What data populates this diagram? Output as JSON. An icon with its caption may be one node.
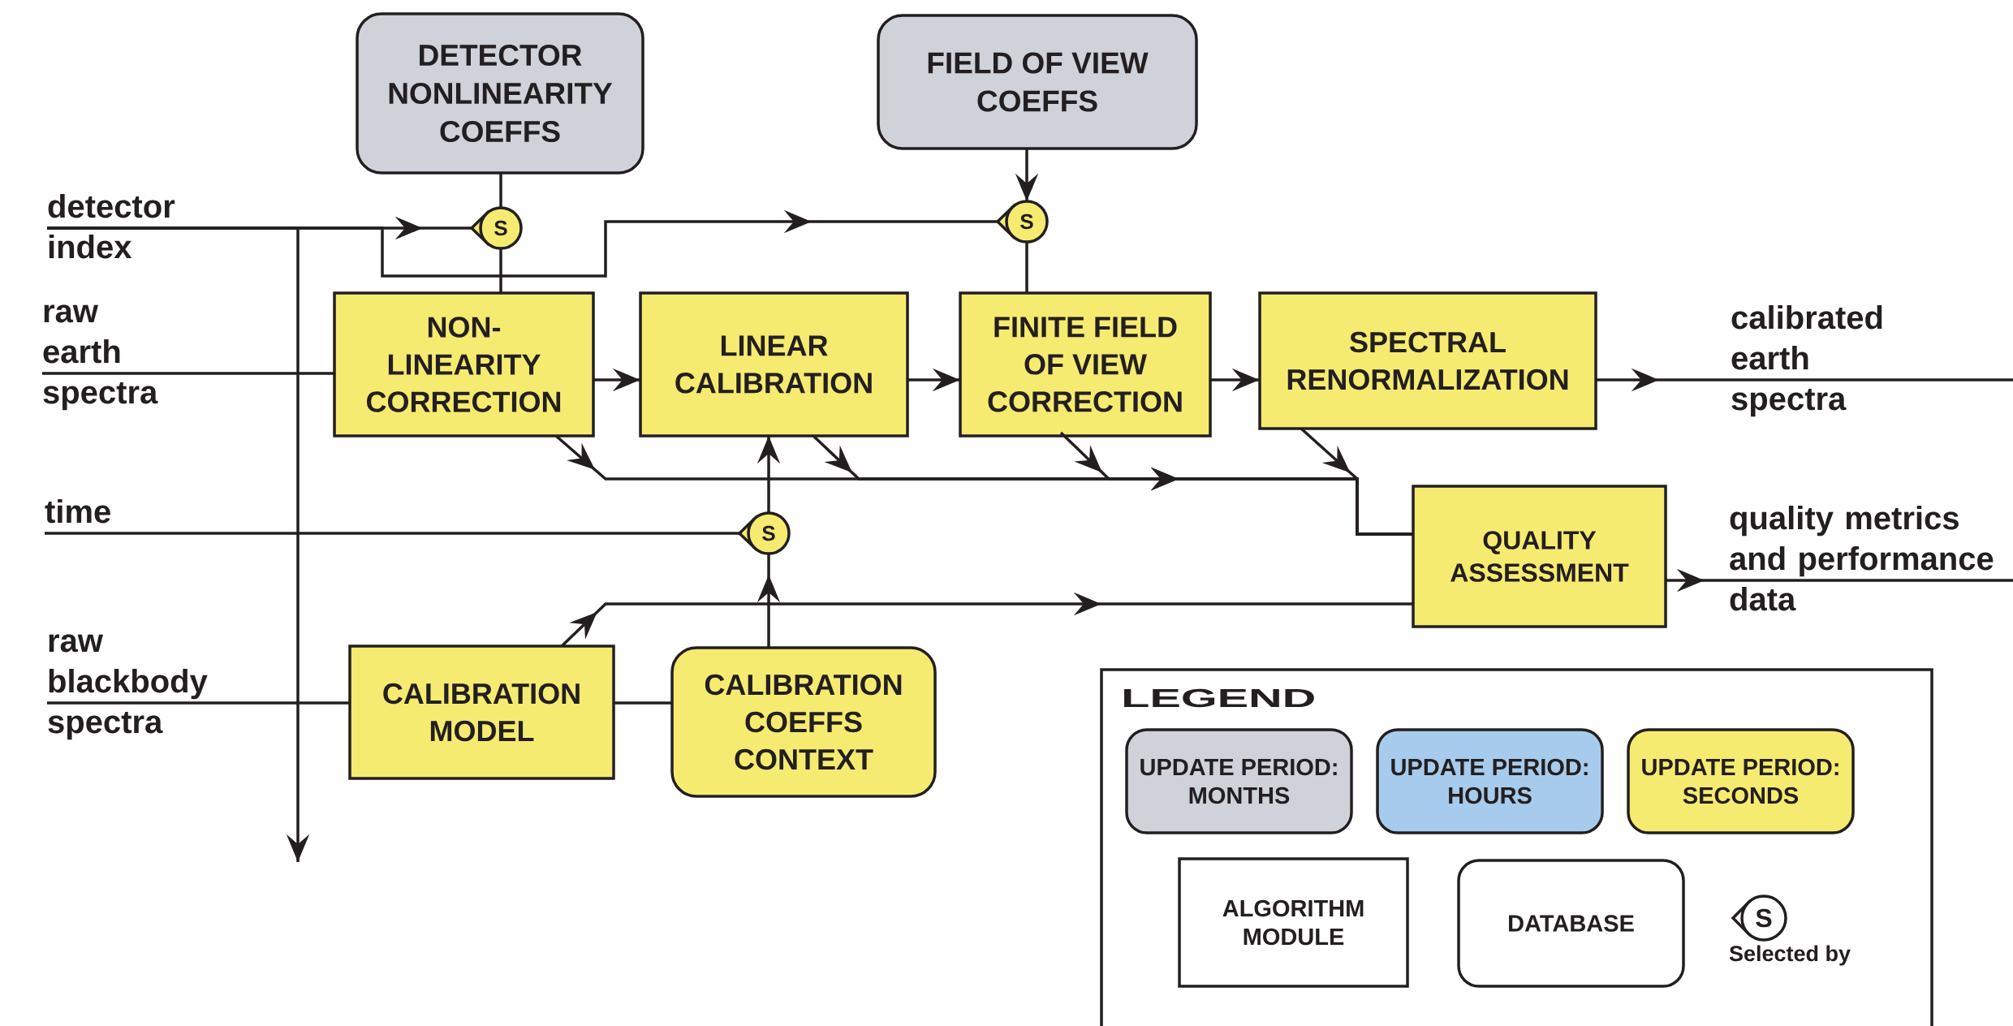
{
  "diagram": {
    "nodes": [
      {
        "text": [
          "DETECTOR NONLINEARITY COEFFS"
        ]
      },
      {
        "text": [
          "FIELD OF VIEW COEFFS"
        ]
      },
      {
        "text": [
          "detector index"
        ]
      },
      {
        "text": [
          "raw earth spectra"
        ]
      },
      {
        "text": [
          "time"
        ]
      },
      {
        "text": [
          "raw blackbody spectra"
        ]
      },
      {
        "text": [
          "S"
        ]
      },
      {
        "text": [
          "S"
        ]
      },
      {
        "text": [
          "NON-LINEARITY CORRECTION"
        ]
      },
      {
        "text": [
          "LINEAR CALIBRATION"
        ]
      },
      {
        "text": [
          "FINITE FIELD OF VIEW CORRECTION"
        ]
      },
      {
        "text": [
          "SPECTRAL RENORMALIZATION"
        ]
      },
      {
        "text": [
          "calibrated earth spectra"
        ]
      },
      {
        "text": [
          "S"
        ]
      },
      {
        "text": [
          "QUALITY ASSESSMENT"
        ]
      },
      {
        "text": [
          "quality metrics and performance data"
        ]
      },
      {
        "text": [
          "CALIBRATION MODEL"
        ]
      },
      {
        "text": [
          "CALIBRATION COEFFS CONTEXT"
        ]
      }
    ],
    "edges": [
      {
        "from": 2,
        "to": 6,
        "arrow": "to"
      },
      {
        "from": 2,
        "to": 7,
        "arrow": "to"
      },
      {
        "from": 2,
        "to": null,
        "arrow": "to"
      },
      {
        "from": 0,
        "to": 6,
        "arrow": "none"
      },
      {
        "from": 6,
        "to": 8,
        "arrow": "none"
      },
      {
        "from": 1,
        "to": 7,
        "arrow": "to"
      },
      {
        "from": 7,
        "to": 10,
        "arrow": "none"
      },
      {
        "from": 3,
        "to": 8,
        "arrow": "none"
      },
      {
        "from": 8,
        "to": 9,
        "arrow": "to"
      },
      {
        "from": 9,
        "to": 10,
        "arrow": "to"
      },
      {
        "from": 10,
        "to": 11,
        "arrow": "to"
      },
      {
        "from": 11,
        "to": 12,
        "arrow": "to"
      },
      {
        "from": 4,
        "to": 13,
        "arrow": "none"
      },
      {
        "from": 17,
        "to": 13,
        "arrow": "to"
      },
      {
        "from": 13,
        "to": 9,
        "arrow": "to"
      },
      {
        "from": 8,
        "to": 14,
        "arrow": "to"
      },
      {
        "from": 9,
        "to": 14,
        "arrow": "to"
      },
      {
        "from": 10,
        "to": 14,
        "arrow": "to"
      },
      {
        "from": 11,
        "to": 14,
        "arrow": "to"
      },
      {
        "from": 16,
        "to": 14,
        "arrow": "to"
      },
      {
        "from": 5,
        "to": 16,
        "arrow": "none"
      },
      {
        "from": 16,
        "to": 17,
        "arrow": "none"
      },
      {
        "from": 14,
        "to": 15,
        "arrow": "to"
      }
    ],
    "labels": [
      "LEGEND",
      "S"
    ],
    "legend": [
      {
        "text": "UPDATE PERIOD: MONTHS",
        "color": "#cfd2d9"
      },
      {
        "text": "UPDATE PERIOD: HOURS",
        "color": "#a7cbec"
      },
      {
        "text": "UPDATE PERIOD: SECONDS",
        "color": "#f6eb71"
      },
      {
        "text": "ALGORITHM MODULE"
      },
      {
        "text": "DATABASE"
      },
      {
        "text": "Selected by"
      }
    ]
  }
}
